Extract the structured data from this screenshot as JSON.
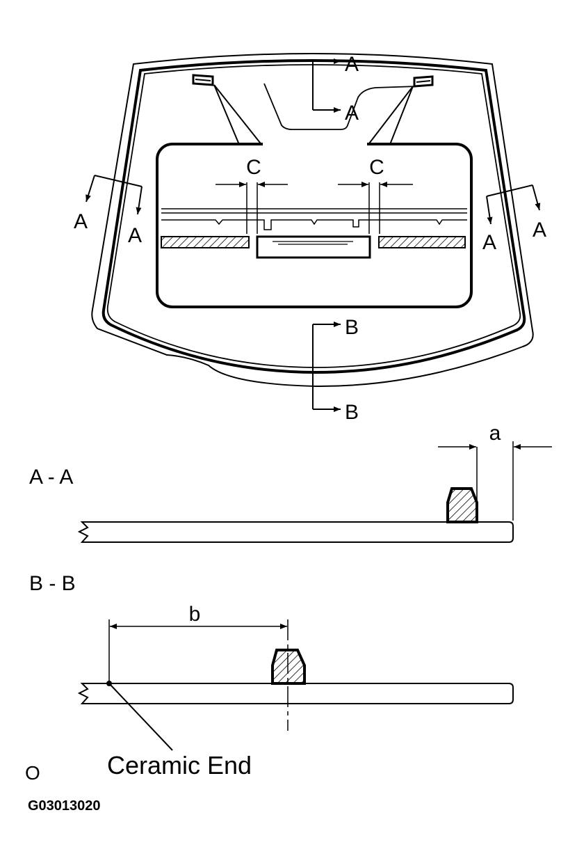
{
  "labels": {
    "section_a": "A",
    "section_b": "B",
    "dim_c": "C",
    "dim_a": "a",
    "dim_b": "b",
    "view_aa": "A - A",
    "view_bb": "B - B",
    "ceramic_end": "Ceramic End",
    "corner_mark": "O",
    "figure_code": "G03013020"
  }
}
